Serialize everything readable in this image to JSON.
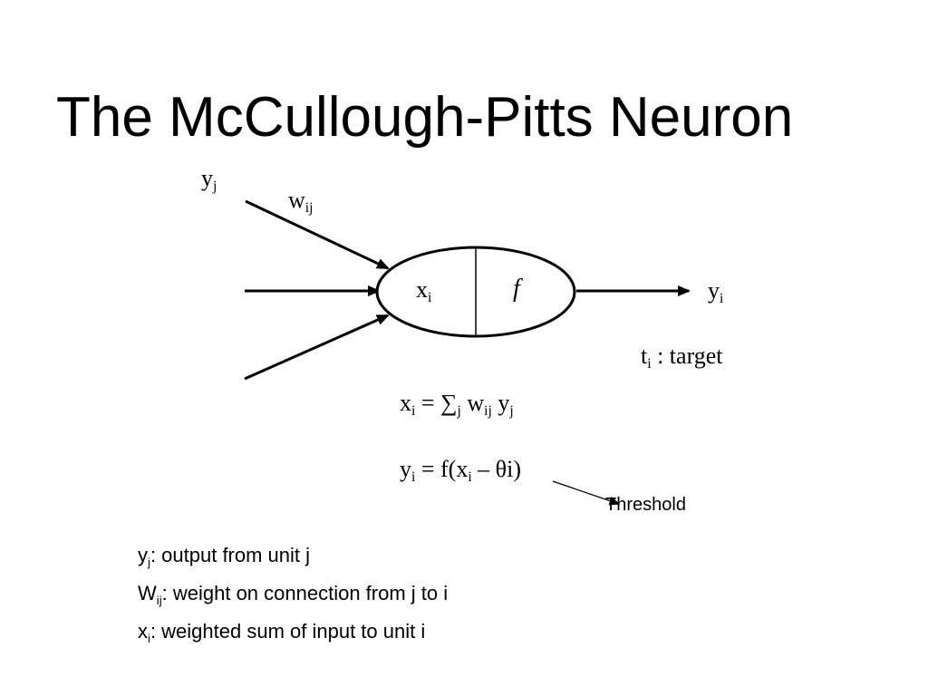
{
  "slide": {
    "title": "The McCullough-Pitts Neuron"
  },
  "diagram": {
    "input_label": {
      "base": "y",
      "sub": "j"
    },
    "weight_label": {
      "base": "w",
      "sub": "ij"
    },
    "cell_left": {
      "base": "x",
      "sub": "i"
    },
    "cell_right": "f",
    "output_label": {
      "base": "y",
      "sub": "i"
    },
    "target_label": {
      "base": "t",
      "sub": "i",
      "rest": " : target"
    },
    "eq1": {
      "lhs_base": "x",
      "lhs_sub": "i",
      "mid": " = ∑",
      "sum_sub": "j",
      "w_base": " w",
      "w_sub": "ij",
      "y_base": " y",
      "y_sub": "j"
    },
    "eq2": {
      "lhs_base": "y",
      "lhs_sub": "i",
      "mid": " = f(x",
      "x_sub": "i",
      "rest": " – θi)"
    },
    "threshold_label": "Threshold"
  },
  "legend": [
    {
      "base": "y",
      "sub": "j",
      "text": ": output from unit j"
    },
    {
      "base": "W",
      "sub": "ij",
      "text": ": weight on connection from j to i"
    },
    {
      "base": "x",
      "sub": "i",
      "text": ": weighted sum of input to unit i"
    }
  ]
}
